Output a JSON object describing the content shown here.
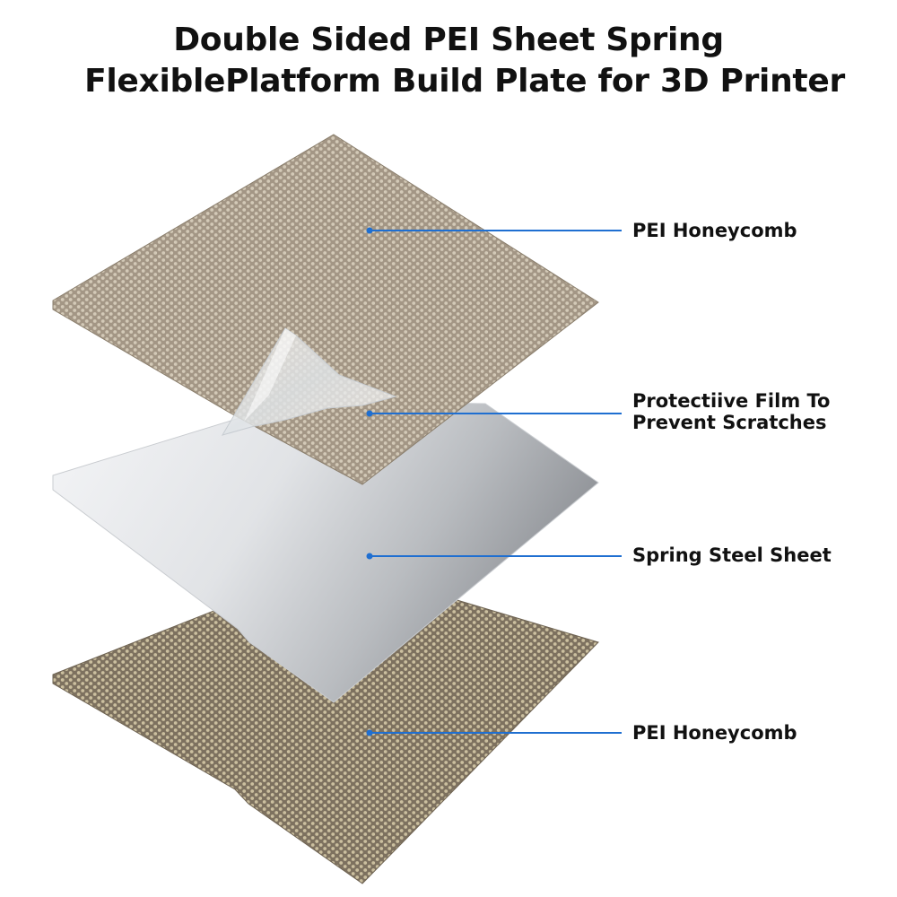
{
  "title": {
    "line1": "Double Sided PEI Sheet Spring",
    "line2": "FlexiblePlatform Build Plate for 3D Printer"
  },
  "layers": [
    {
      "id": "top-pei",
      "label": "PEI Honeycomb"
    },
    {
      "id": "film",
      "label_line1": "Protectiive Film To",
      "label_line2": "Prevent Scratches"
    },
    {
      "id": "steel",
      "label": "Spring Steel Sheet"
    },
    {
      "id": "bottom-pei",
      "label": "PEI Honeycomb"
    }
  ],
  "colors": {
    "pei_base": "#a39685",
    "pei_hex": "#cfc5b4",
    "steel_light": "#eef0f2",
    "steel_dark": "#9a9ea3",
    "leader_line": "#1f6fd1",
    "text": "#111111"
  }
}
